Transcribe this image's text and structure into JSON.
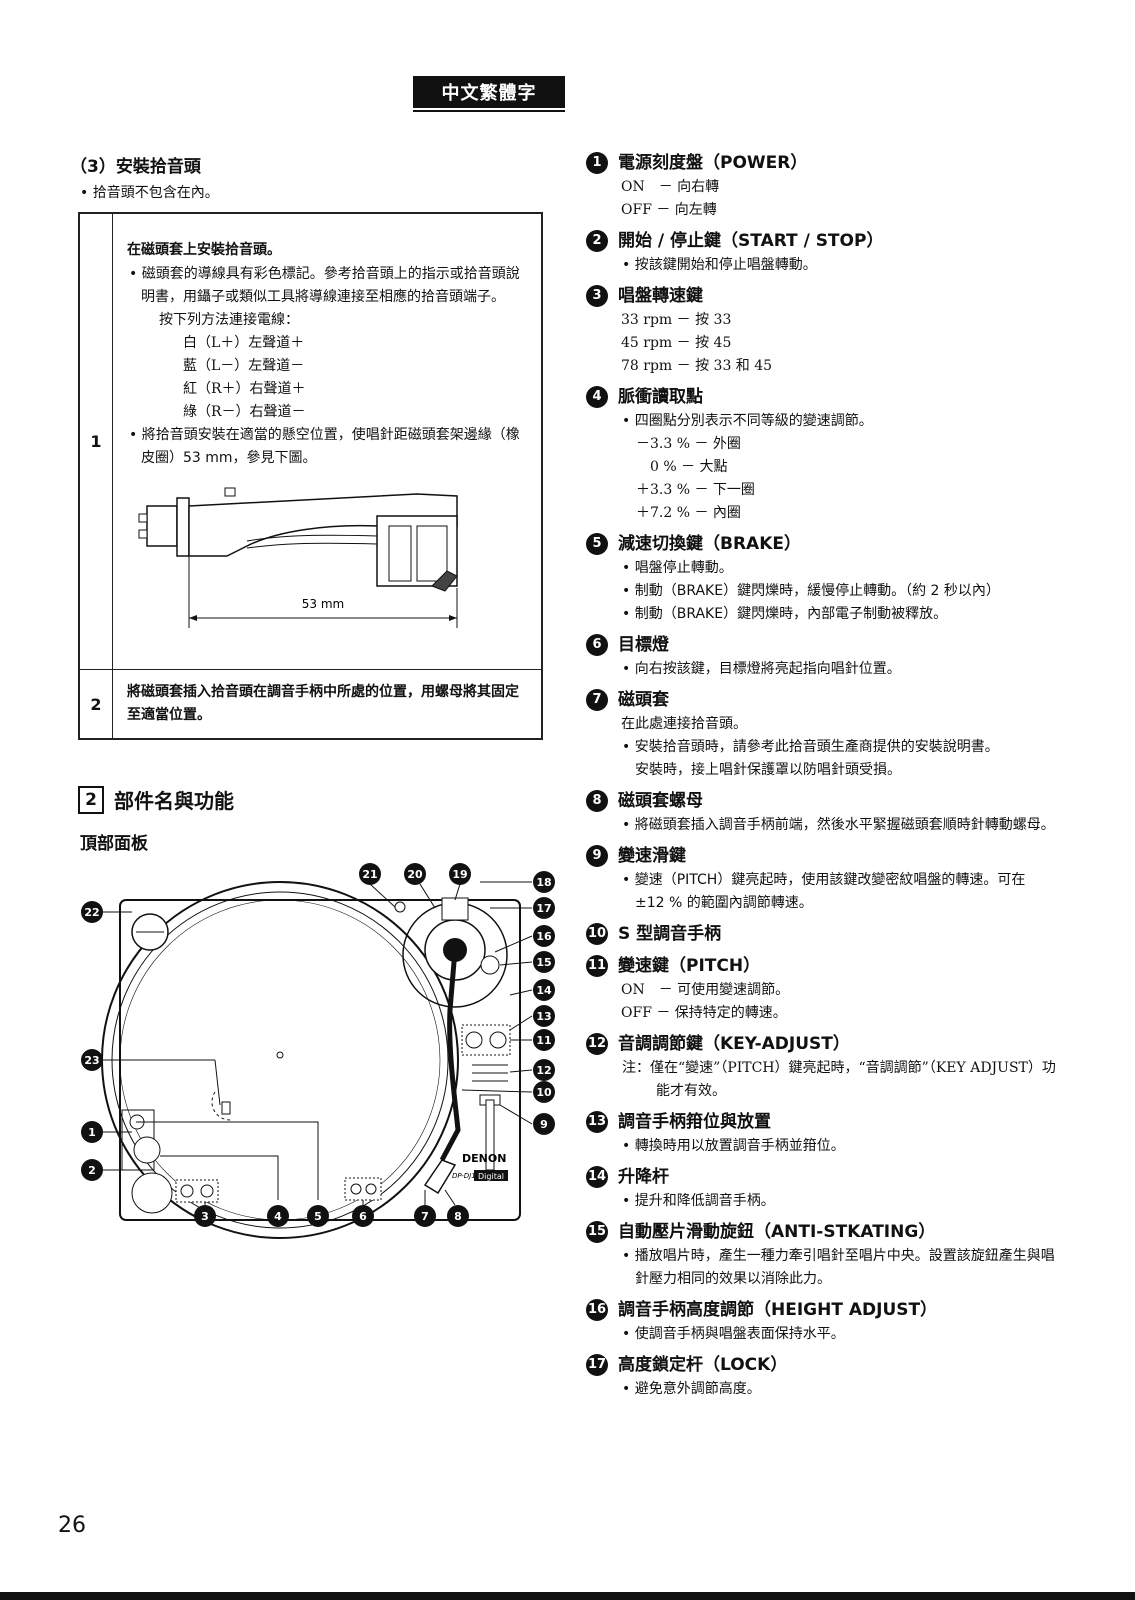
{
  "header": {
    "language_tab": "中文繁體字"
  },
  "install": {
    "heading": "（3）安裝拾音頭",
    "note": "拾音頭不包含在內。",
    "steps": [
      {
        "num": "1",
        "title": "在磁頭套上安裝拾音頭。",
        "bullet1": "磁頭套的導線具有彩色標記。參考拾音頭上的指示或拾音頭說明書，用鑷子或類似工具將導線連接至相應的拾音頭端子。",
        "connect_intro": "按下列方法連接電線：",
        "wires": [
          "白（L＋）左聲道＋",
          "藍（L－）左聲道－",
          "紅（R＋）右聲道＋",
          "綠（R－）右聲道－"
        ],
        "bullet2": "將拾音頭安裝在適當的懸空位置，使唱針距磁頭套架邊緣（橡皮圈）53 mm，參見下圖。",
        "dimension": "53 mm"
      },
      {
        "num": "2",
        "text": "將磁頭套插入拾音頭在調音手柄中所處的位置，用螺母將其固定至適當位置。"
      }
    ]
  },
  "parts": {
    "section_num": "2",
    "section_title": "部件名與功能",
    "subtitle": "頂部面板",
    "diagram_brand": "DENON",
    "diagram_model": "DP-DJ151",
    "diagram_badge": "Digital",
    "callouts": [
      "1",
      "2",
      "3",
      "4",
      "5",
      "6",
      "7",
      "8",
      "9",
      "10",
      "11",
      "12",
      "13",
      "14",
      "15",
      "16",
      "17",
      "18",
      "19",
      "20",
      "21",
      "22",
      "23"
    ]
  },
  "items": [
    {
      "n": "1",
      "title": "電源刻度盤（POWER）",
      "lines": [
        "ON　－ 向右轉",
        "OFF － 向左轉"
      ],
      "bullets": []
    },
    {
      "n": "2",
      "title": "開始 / 停止鍵（START / STOP）",
      "lines": [],
      "bullets": [
        "按該鍵開始和停止唱盤轉動。"
      ]
    },
    {
      "n": "3",
      "title": "唱盤轉速鍵",
      "lines": [
        "33 rpm － 按 33",
        "45 rpm － 按 45",
        "78 rpm － 按 33 和 45"
      ],
      "bullets": []
    },
    {
      "n": "4",
      "title": "脈衝讀取點",
      "lines": [],
      "bullets": [
        "四圈點分別表示不同等級的變速調節。"
      ],
      "after": [
        "－3.3 % － 外圈",
        "　0 % － 大點",
        "＋3.3 % － 下一圈",
        "＋7.2 % － 內圈"
      ]
    },
    {
      "n": "5",
      "title": "減速切換鍵（BRAKE）",
      "lines": [],
      "bullets": [
        "唱盤停止轉動。",
        "制動（BRAKE）鍵閃爍時，緩慢停止轉動。（約 2 秒以內）",
        "制動（BRAKE）鍵閃爍時，內部電子制動被釋放。"
      ]
    },
    {
      "n": "6",
      "title": "目標燈",
      "lines": [],
      "bullets": [
        "向右按該鍵，目標燈將亮起指向唱針位置。"
      ]
    },
    {
      "n": "7",
      "title": "磁頭套",
      "lines": [
        "在此處連接拾音頭。"
      ],
      "bullets": [
        "安裝拾音頭時，請參考此拾音頭生產商提供的安裝說明書。"
      ],
      "after": [
        "安裝時，接上唱針保護罩以防唱針頭受損。"
      ]
    },
    {
      "n": "8",
      "title": "磁頭套螺母",
      "lines": [],
      "bullets": [
        "將磁頭套插入調音手柄前端，然後水平緊握磁頭套順時針轉動螺母。"
      ]
    },
    {
      "n": "9",
      "title": "變速滑鍵",
      "lines": [],
      "bullets": [
        "變速（PITCH）鍵亮起時，使用該鍵改變密紋唱盤的轉速。可在 ±12 % 的範圍內調節轉速。"
      ]
    },
    {
      "n": "10",
      "title": "S 型調音手柄",
      "lines": [],
      "bullets": []
    },
    {
      "n": "11",
      "title": "變速鍵（PITCH）",
      "lines": [
        "ON　－ 可使用變速調節。",
        "OFF － 保持特定的轉速。"
      ],
      "bullets": []
    },
    {
      "n": "12",
      "title": "音調調節鍵（KEY-ADJUST）",
      "lines": [
        "注：僅在“變速”（PITCH）鍵亮起時，“音調調節”（KEY ADJUST）功能才有效。"
      ],
      "bullets": []
    },
    {
      "n": "13",
      "title": "調音手柄箝位與放置",
      "lines": [],
      "bullets": [
        "轉換時用以放置調音手柄並箝位。"
      ]
    },
    {
      "n": "14",
      "title": "升降杆",
      "lines": [],
      "bullets": [
        "提升和降低調音手柄。"
      ]
    },
    {
      "n": "15",
      "title": "自動壓片滑動旋鈕（ANTI-STKATING）",
      "lines": [],
      "bullets": [
        "播放唱片時，產生一種力牽引唱針至唱片中央。設置該旋鈕產生與唱針壓力相同的效果以消除此力。"
      ]
    },
    {
      "n": "16",
      "title": "調音手柄高度調節（HEIGHT ADJUST）",
      "lines": [],
      "bullets": [
        "使調音手柄與唱盤表面保持水平。"
      ]
    },
    {
      "n": "17",
      "title": "高度鎖定杆（LOCK）",
      "lines": [],
      "bullets": [
        "避免意外調節高度。"
      ]
    }
  ],
  "footer": {
    "page_number": "26"
  }
}
